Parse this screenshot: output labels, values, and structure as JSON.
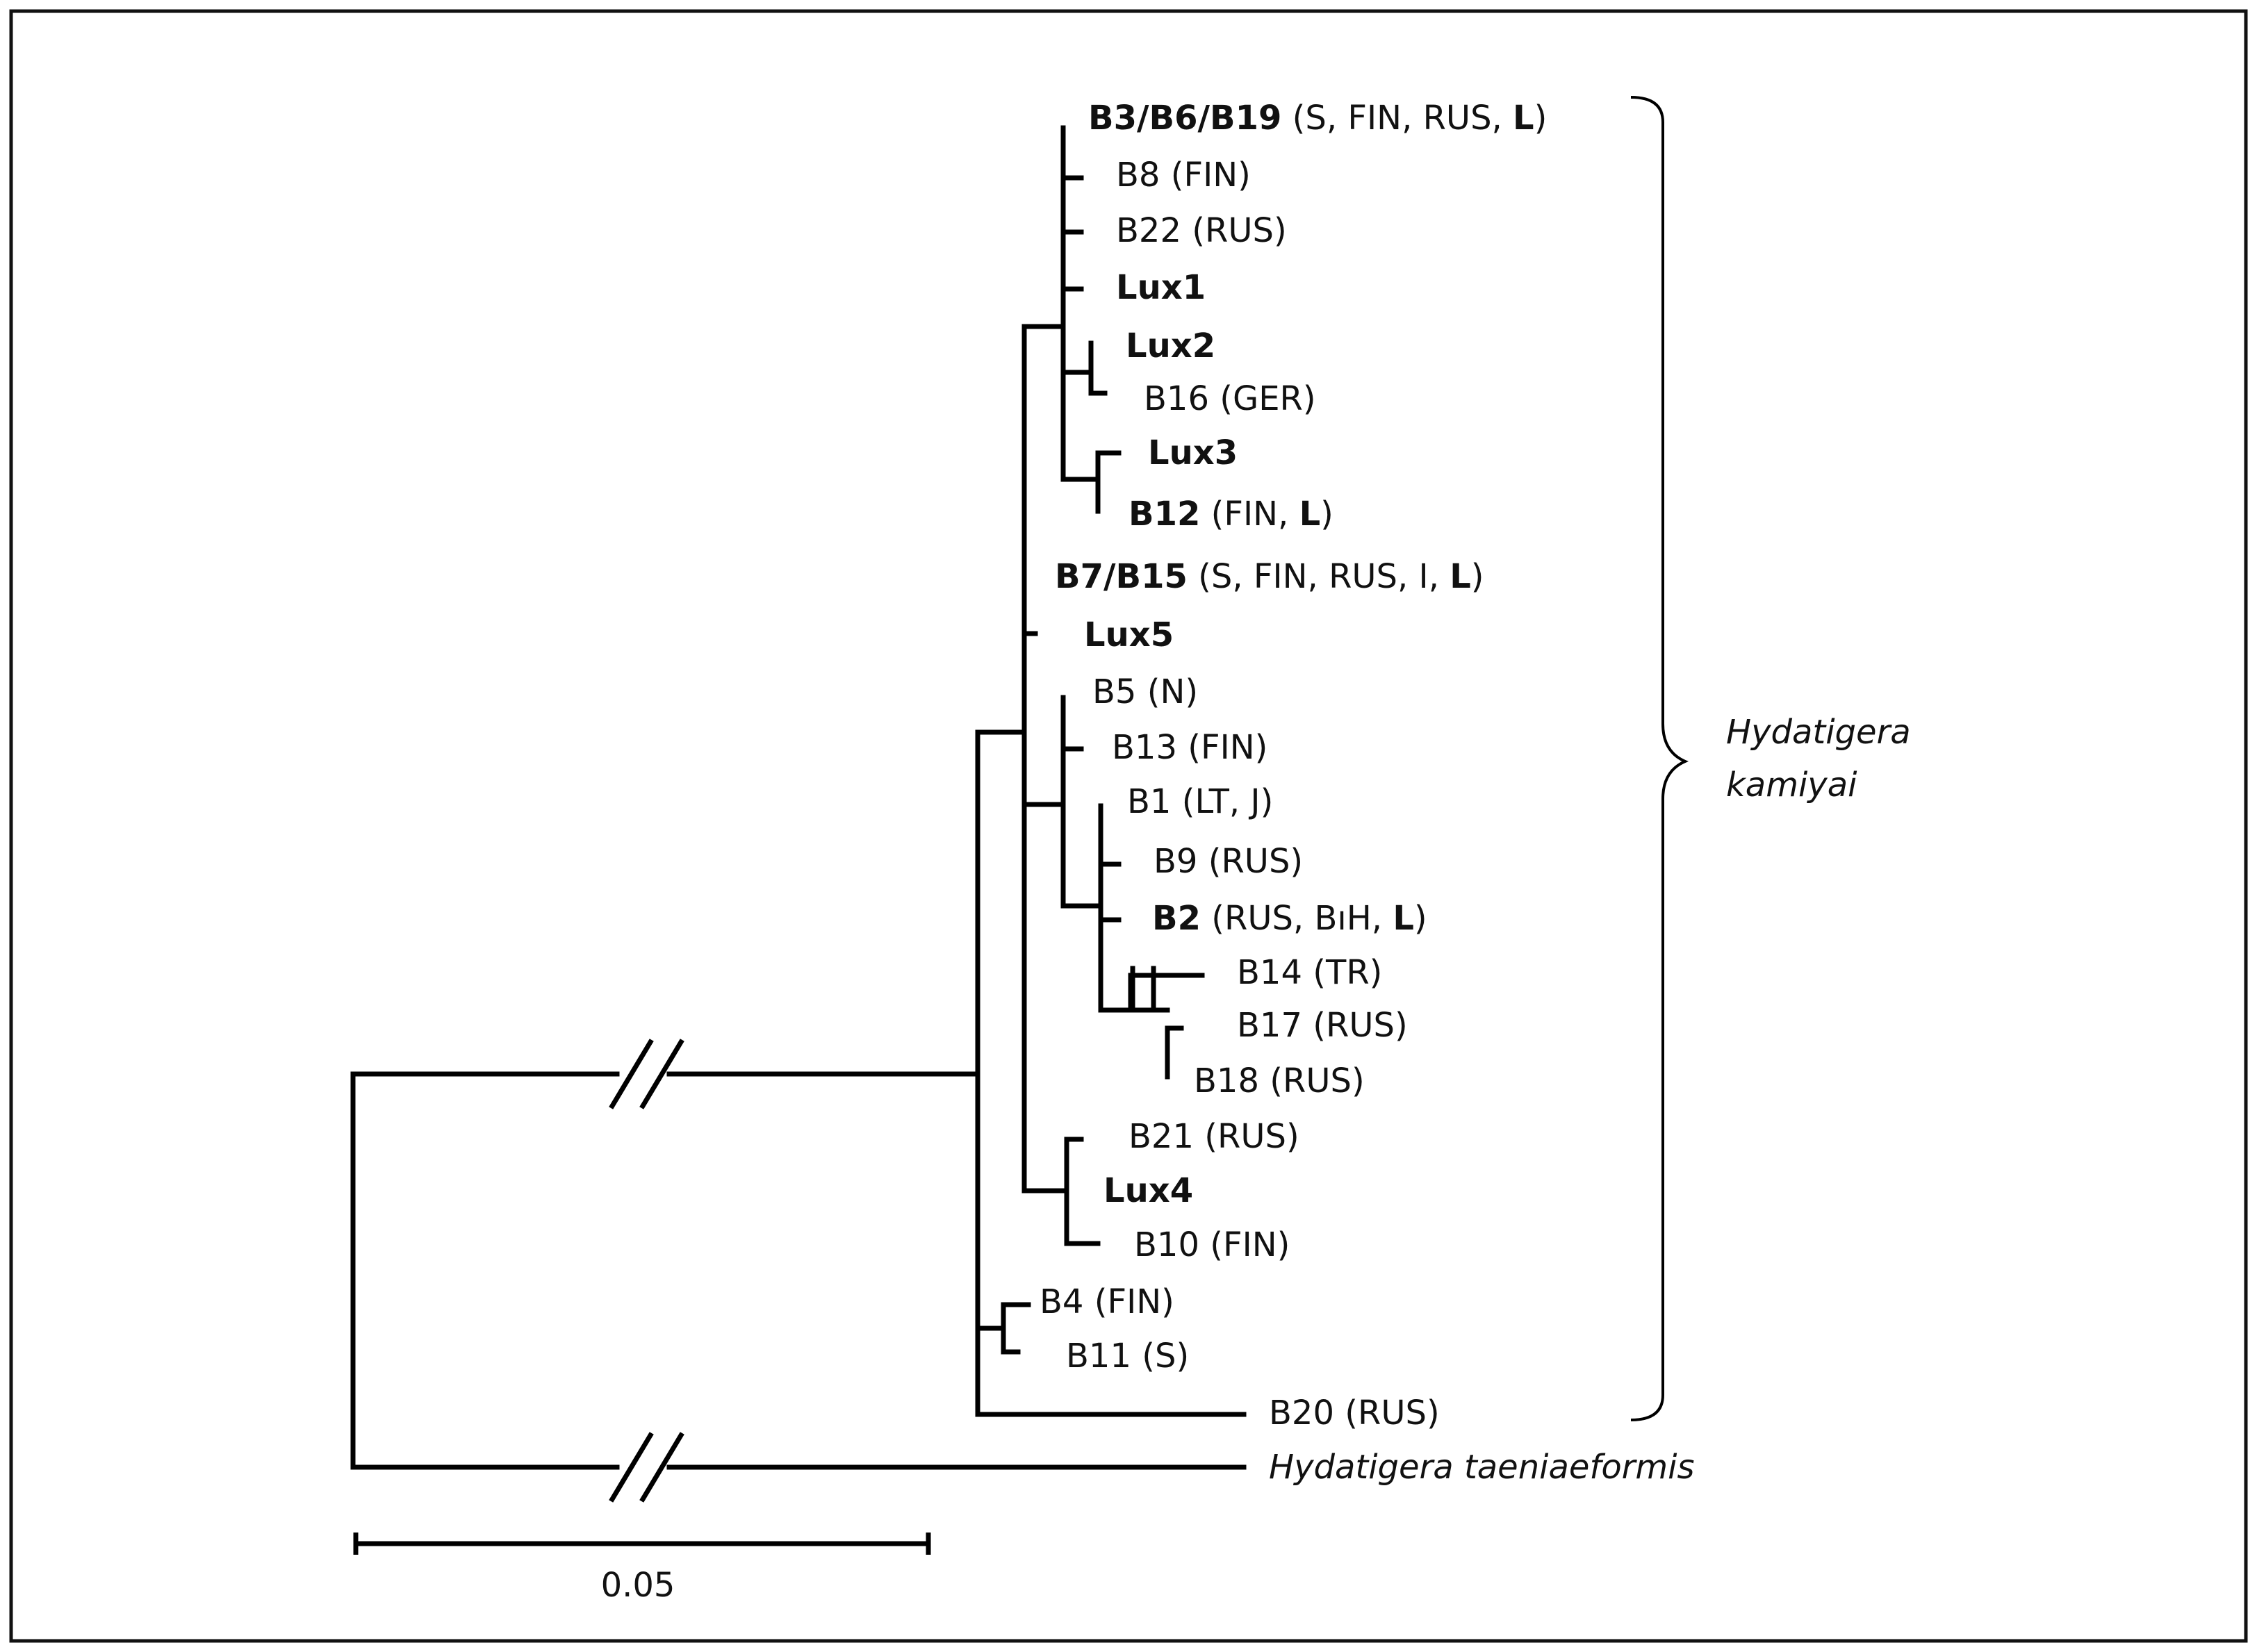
{
  "tree": {
    "clade_label_line1": "Hydatigera",
    "clade_label_line2": "kamiyai",
    "outgroup": "Hydatigera taeniaeformis",
    "scale_label": "0.05"
  },
  "taxa": {
    "t1": [
      {
        "t": "B3/B6/B19",
        "b": true
      },
      {
        "t": " (S, FIN, RUS, ",
        "b": false
      },
      {
        "t": "L",
        "b": true
      },
      {
        "t": ")",
        "b": false
      }
    ],
    "t2": [
      {
        "t": "B8",
        "b": false
      },
      {
        "t": " (FIN)",
        "b": false
      }
    ],
    "t3": [
      {
        "t": "B22",
        "b": false
      },
      {
        "t": " (RUS)",
        "b": false
      }
    ],
    "t4": [
      {
        "t": "Lux1",
        "b": true
      }
    ],
    "t5": [
      {
        "t": "Lux2",
        "b": true
      }
    ],
    "t6": [
      {
        "t": "B16",
        "b": false
      },
      {
        "t": " (GER)",
        "b": false
      }
    ],
    "t7": [
      {
        "t": "Lux3",
        "b": true
      }
    ],
    "t8": [
      {
        "t": "B12",
        "b": true
      },
      {
        "t": " (FIN, ",
        "b": false
      },
      {
        "t": "L",
        "b": true
      },
      {
        "t": ")",
        "b": false
      }
    ],
    "t9": [
      {
        "t": "B7/B15",
        "b": true
      },
      {
        "t": " (S, FIN, RUS, I, ",
        "b": false
      },
      {
        "t": "L",
        "b": true
      },
      {
        "t": ")",
        "b": false
      }
    ],
    "t10": [
      {
        "t": "Lux5",
        "b": true
      }
    ],
    "t11": [
      {
        "t": "B5",
        "b": false
      },
      {
        "t": " (N)",
        "b": false
      }
    ],
    "t12": [
      {
        "t": "B13",
        "b": false
      },
      {
        "t": " (FIN)",
        "b": false
      }
    ],
    "t13": [
      {
        "t": "B1",
        "b": false
      },
      {
        "t": " (LT, J)",
        "b": false
      }
    ],
    "t14": [
      {
        "t": "B9",
        "b": false
      },
      {
        "t": " (RUS)",
        "b": false
      }
    ],
    "t15": [
      {
        "t": "B2",
        "b": true
      },
      {
        "t": " (RUS, BıH, ",
        "b": false
      },
      {
        "t": "L",
        "b": true
      },
      {
        "t": ")",
        "b": false
      }
    ],
    "t16": [
      {
        "t": "B14",
        "b": false
      },
      {
        "t": " (TR)",
        "b": false
      }
    ],
    "t17": [
      {
        "t": "B17",
        "b": false
      },
      {
        "t": " (RUS)",
        "b": false
      }
    ],
    "t18": [
      {
        "t": "B18",
        "b": false
      },
      {
        "t": " (RUS)",
        "b": false
      }
    ],
    "t19": [
      {
        "t": "B21",
        "b": false
      },
      {
        "t": " (RUS)",
        "b": false
      }
    ],
    "t20": [
      {
        "t": "Lux4",
        "b": true
      }
    ],
    "t21": [
      {
        "t": "B10",
        "b": false
      },
      {
        "t": " (FIN)",
        "b": false
      }
    ],
    "t22": [
      {
        "t": "B4",
        "b": false
      },
      {
        "t": " (FIN)",
        "b": false
      }
    ],
    "t23": [
      {
        "t": "B11",
        "b": false
      },
      {
        "t": " (S)",
        "b": false
      }
    ],
    "t24": [
      {
        "t": "B20",
        "b": false
      },
      {
        "t": " (RUS)",
        "b": false
      }
    ]
  }
}
